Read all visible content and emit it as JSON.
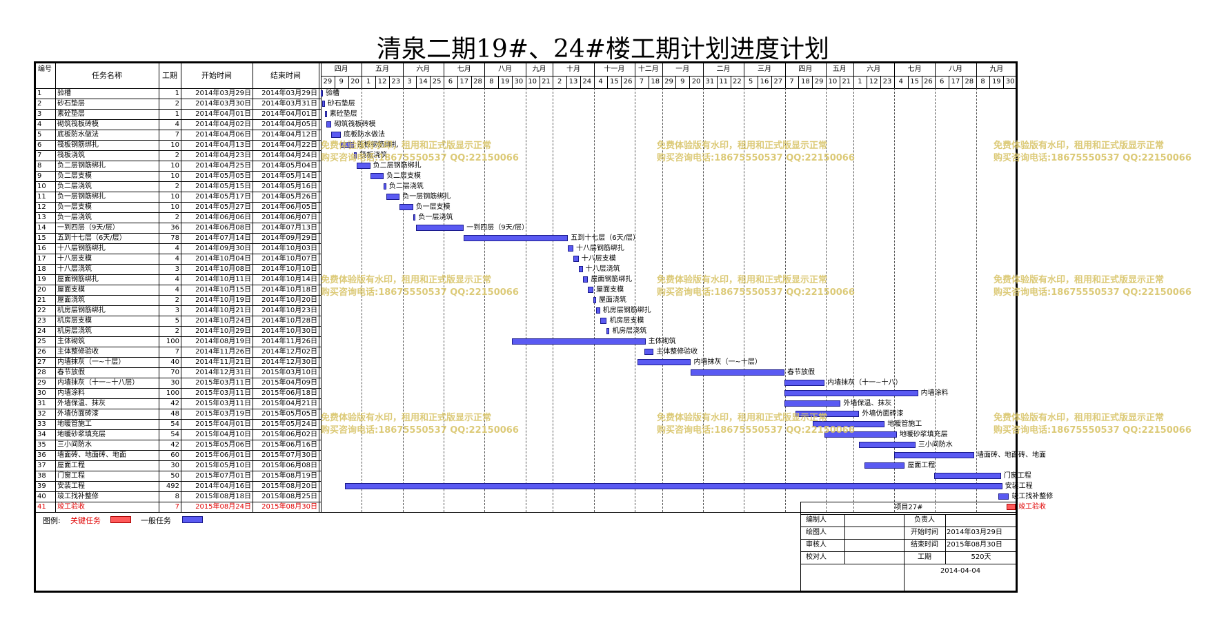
{
  "title": "清泉二期19#、24#楼工期计划进度计划",
  "headers": {
    "num": "编号",
    "name": "任务名称",
    "dur": "工期",
    "start": "开始时间",
    "end": "结束时间"
  },
  "months": [
    "四月",
    "五月",
    "六月",
    "七月",
    "八月",
    "九月",
    "十月",
    "十一月",
    "十二月",
    "一月",
    "二月",
    "三月",
    "四月",
    "五月",
    "六月",
    "七月",
    "八月",
    "九月"
  ],
  "days": [
    "29",
    "9",
    "20",
    "1",
    "12",
    "23",
    "3",
    "14",
    "25",
    "6",
    "17",
    "28",
    "8",
    "19",
    "30",
    "10",
    "21",
    "2",
    "13",
    "24",
    "4",
    "15",
    "26",
    "7",
    "18",
    "29",
    "9",
    "20",
    "31",
    "11",
    "22",
    "5",
    "16",
    "27",
    "7",
    "18",
    "29",
    "10",
    "21",
    "1",
    "12",
    "23",
    "4",
    "15",
    "26",
    "6",
    "17",
    "28",
    "8",
    "19",
    "30"
  ],
  "tasks": [
    {
      "n": "1",
      "name": "验槽",
      "d": "1",
      "s": "2014年03月29日",
      "e": "2014年03月29日",
      "label": "验槽",
      "crit": false
    },
    {
      "n": "2",
      "name": "砂石垫层",
      "d": "2",
      "s": "2014年03月30日",
      "e": "2014年03月31日",
      "label": "砂石垫层",
      "crit": false
    },
    {
      "n": "3",
      "name": "素砼垫层",
      "d": "1",
      "s": "2014年04月01日",
      "e": "2014年04月01日",
      "label": "素砼垫层",
      "crit": false
    },
    {
      "n": "4",
      "name": "砌筑筏板砖模",
      "d": "4",
      "s": "2014年04月02日",
      "e": "2014年04月05日",
      "label": "砌筑筏板砖模",
      "crit": false
    },
    {
      "n": "5",
      "name": "底板防水做法",
      "d": "7",
      "s": "2014年04月06日",
      "e": "2014年04月12日",
      "label": "底板防水做法",
      "crit": false
    },
    {
      "n": "6",
      "name": "筏板钢筋绑扎",
      "d": "10",
      "s": "2014年04月13日",
      "e": "2014年04月22日",
      "label": "筏板钢筋绑扎",
      "crit": false
    },
    {
      "n": "7",
      "name": "筏板浇筑",
      "d": "2",
      "s": "2014年04月23日",
      "e": "2014年04月24日",
      "label": "筏板浇筑",
      "crit": false
    },
    {
      "n": "8",
      "name": "负二层钢筋绑扎",
      "d": "10",
      "s": "2014年04月25日",
      "e": "2014年05月04日",
      "label": "负二层钢筋绑扎",
      "crit": false
    },
    {
      "n": "9",
      "name": "负二层支模",
      "d": "10",
      "s": "2014年05月05日",
      "e": "2014年05月14日",
      "label": "负二层支模",
      "crit": false
    },
    {
      "n": "10",
      "name": "负二层浇筑",
      "d": "2",
      "s": "2014年05月15日",
      "e": "2014年05月16日",
      "label": "负二层浇筑",
      "crit": false
    },
    {
      "n": "11",
      "name": "负一层钢筋绑扎",
      "d": "10",
      "s": "2014年05月17日",
      "e": "2014年05月26日",
      "label": "负一层钢筋绑扎",
      "crit": false
    },
    {
      "n": "12",
      "name": "负一层支模",
      "d": "10",
      "s": "2014年05月27日",
      "e": "2014年06月05日",
      "label": "负一层支模",
      "crit": false
    },
    {
      "n": "13",
      "name": "负一层浇筑",
      "d": "2",
      "s": "2014年06月06日",
      "e": "2014年06月07日",
      "label": "负一层浇筑",
      "crit": false
    },
    {
      "n": "14",
      "name": "一到四层（9天/层）",
      "d": "36",
      "s": "2014年06月08日",
      "e": "2014年07月13日",
      "label": "一到四层（9天/层）",
      "crit": false
    },
    {
      "n": "15",
      "name": "五到十七层（6天/层）",
      "d": "78",
      "s": "2014年07月14日",
      "e": "2014年09月29日",
      "label": "五到十七层（6天/层）",
      "crit": false
    },
    {
      "n": "16",
      "name": "十八层钢筋绑扎",
      "d": "4",
      "s": "2014年09月30日",
      "e": "2014年10月03日",
      "label": "十八层钢筋绑扎",
      "crit": false
    },
    {
      "n": "17",
      "name": "十八层支模",
      "d": "4",
      "s": "2014年10月04日",
      "e": "2014年10月07日",
      "label": "十八层支模",
      "crit": false
    },
    {
      "n": "18",
      "name": "十八层浇筑",
      "d": "3",
      "s": "2014年10月08日",
      "e": "2014年10月10日",
      "label": "十八层浇筑",
      "crit": false
    },
    {
      "n": "19",
      "name": "屋面钢筋绑扎",
      "d": "4",
      "s": "2014年10月11日",
      "e": "2014年10月14日",
      "label": "屋面钢筋绑扎",
      "crit": false
    },
    {
      "n": "20",
      "name": "屋面支模",
      "d": "4",
      "s": "2014年10月15日",
      "e": "2014年10月18日",
      "label": "屋面支模",
      "crit": false
    },
    {
      "n": "21",
      "name": "屋面浇筑",
      "d": "2",
      "s": "2014年10月19日",
      "e": "2014年10月20日",
      "label": "屋面浇筑",
      "crit": false
    },
    {
      "n": "22",
      "name": "机房层钢筋绑扎",
      "d": "3",
      "s": "2014年10月21日",
      "e": "2014年10月23日",
      "label": "机房层钢筋绑扎",
      "crit": false
    },
    {
      "n": "23",
      "name": "机房层支模",
      "d": "5",
      "s": "2014年10月24日",
      "e": "2014年10月28日",
      "label": "机房层支模",
      "crit": false
    },
    {
      "n": "24",
      "name": "机房层浇筑",
      "d": "2",
      "s": "2014年10月29日",
      "e": "2014年10月30日",
      "label": "机房层浇筑",
      "crit": false
    },
    {
      "n": "25",
      "name": "主体砌筑",
      "d": "100",
      "s": "2014年08月19日",
      "e": "2014年11月26日",
      "label": "主体砌筑",
      "crit": false
    },
    {
      "n": "26",
      "name": "主体整修验收",
      "d": "7",
      "s": "2014年11月26日",
      "e": "2014年12月02日",
      "label": "主体整修验收",
      "crit": false
    },
    {
      "n": "27",
      "name": "内墙抹灰（一~十层）",
      "d": "40",
      "s": "2014年11月21日",
      "e": "2014年12月30日",
      "label": "内墙抹灰（一~十层）",
      "crit": false
    },
    {
      "n": "28",
      "name": "春节放假",
      "d": "70",
      "s": "2014年12月31日",
      "e": "2015年03月10日",
      "label": "春节放假",
      "crit": false
    },
    {
      "n": "29",
      "name": "内墙抹灰（十一~十八层）",
      "d": "30",
      "s": "2015年03月11日",
      "e": "2015年04月09日",
      "label": "内墙抹灰（十一~十八）",
      "crit": false
    },
    {
      "n": "30",
      "name": "内墙涂料",
      "d": "100",
      "s": "2015年03月11日",
      "e": "2015年06月18日",
      "label": "内墙涂料",
      "crit": false
    },
    {
      "n": "31",
      "name": "外墙保温、抹灰",
      "d": "42",
      "s": "2015年03月11日",
      "e": "2015年04月21日",
      "label": "外墙保温、抹灰",
      "crit": false
    },
    {
      "n": "32",
      "name": "外墙仿面砖漆",
      "d": "48",
      "s": "2015年03月19日",
      "e": "2015年05月05日",
      "label": "外墙仿面砖漆",
      "crit": false
    },
    {
      "n": "33",
      "name": "地暖管施工",
      "d": "54",
      "s": "2015年04月01日",
      "e": "2015年05月24日",
      "label": "地暖管施工",
      "crit": false
    },
    {
      "n": "34",
      "name": "地暖砂浆填充层",
      "d": "54",
      "s": "2015年04月10日",
      "e": "2015年06月02日",
      "label": "地暖砂浆填充层",
      "crit": false
    },
    {
      "n": "35",
      "name": "三小间防水",
      "d": "42",
      "s": "2015年05月06日",
      "e": "2015年06月16日",
      "label": "三小间防水",
      "crit": false
    },
    {
      "n": "36",
      "name": "墙面砖、地面砖、地面",
      "d": "60",
      "s": "2015年06月01日",
      "e": "2015年07月30日",
      "label": "墙面砖、地面砖、地面",
      "crit": false
    },
    {
      "n": "37",
      "name": "屋面工程",
      "d": "30",
      "s": "2015年05月10日",
      "e": "2015年06月08日",
      "label": "屋面工程",
      "crit": false
    },
    {
      "n": "38",
      "name": "门窗工程",
      "d": "50",
      "s": "2015年07月01日",
      "e": "2015年08月19日",
      "label": "门窗工程",
      "crit": false
    },
    {
      "n": "39",
      "name": "安装工程",
      "d": "492",
      "s": "2014年04月16日",
      "e": "2015年08月20日",
      "label": "安装工程",
      "crit": false
    },
    {
      "n": "40",
      "name": "竣工找补整修",
      "d": "8",
      "s": "2015年08月18日",
      "e": "2015年08月25日",
      "label": "竣工找补整修",
      "crit": false
    },
    {
      "n": "41",
      "name": "竣工验收",
      "d": "7",
      "s": "2015年08月24日",
      "e": "2015年08月30日",
      "label": "竣工验收",
      "crit": true
    }
  ],
  "legend": {
    "prefix": "图例:",
    "critical": "关键任务",
    "normal": "一般任务"
  },
  "info": {
    "project": "项目27#",
    "editor_label": "编制人",
    "owner_label": "负责人",
    "drawer_label": "绘图人",
    "start_label": "开始时间",
    "start_value": "2014年03月29日",
    "reviewer_label": "审核人",
    "end_label": "结束时间",
    "end_value": "2015年08月30日",
    "checker_label": "校对人",
    "dur_label": "工期",
    "dur_value": "520天",
    "date": "2014-04-04"
  },
  "watermark": {
    "line1": "免费体验版有水印，租用和正式版显示正常",
    "line2": "购买咨询电话:18675550537 QQ:22150066"
  },
  "colors": {
    "normal_bar": "#5a5af2",
    "critical_bar": "#ff5a5a",
    "critical_text": "#e00000",
    "watermark": "#d9c56a"
  }
}
